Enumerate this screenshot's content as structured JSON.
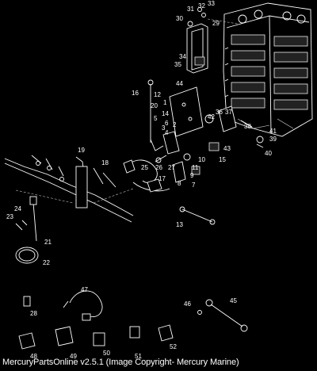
{
  "caption": "MercuryPartsOnline v2.5.1 (Image Copyright- Mercury Marine)",
  "callouts": [
    "31",
    "32",
    "33",
    "30",
    "29",
    "34",
    "35",
    "44",
    "16",
    "12",
    "1",
    "20",
    "14",
    "36",
    "42",
    "37",
    "38",
    "41",
    "39",
    "40",
    "43",
    "2",
    "3",
    "4",
    "5",
    "6",
    "27",
    "10",
    "11",
    "15",
    "9",
    "8",
    "7",
    "26",
    "25",
    "17",
    "19",
    "18",
    "13",
    "21",
    "22",
    "23",
    "24",
    "47",
    "28",
    "46",
    "45",
    "48",
    "49",
    "50",
    "51",
    "52"
  ]
}
